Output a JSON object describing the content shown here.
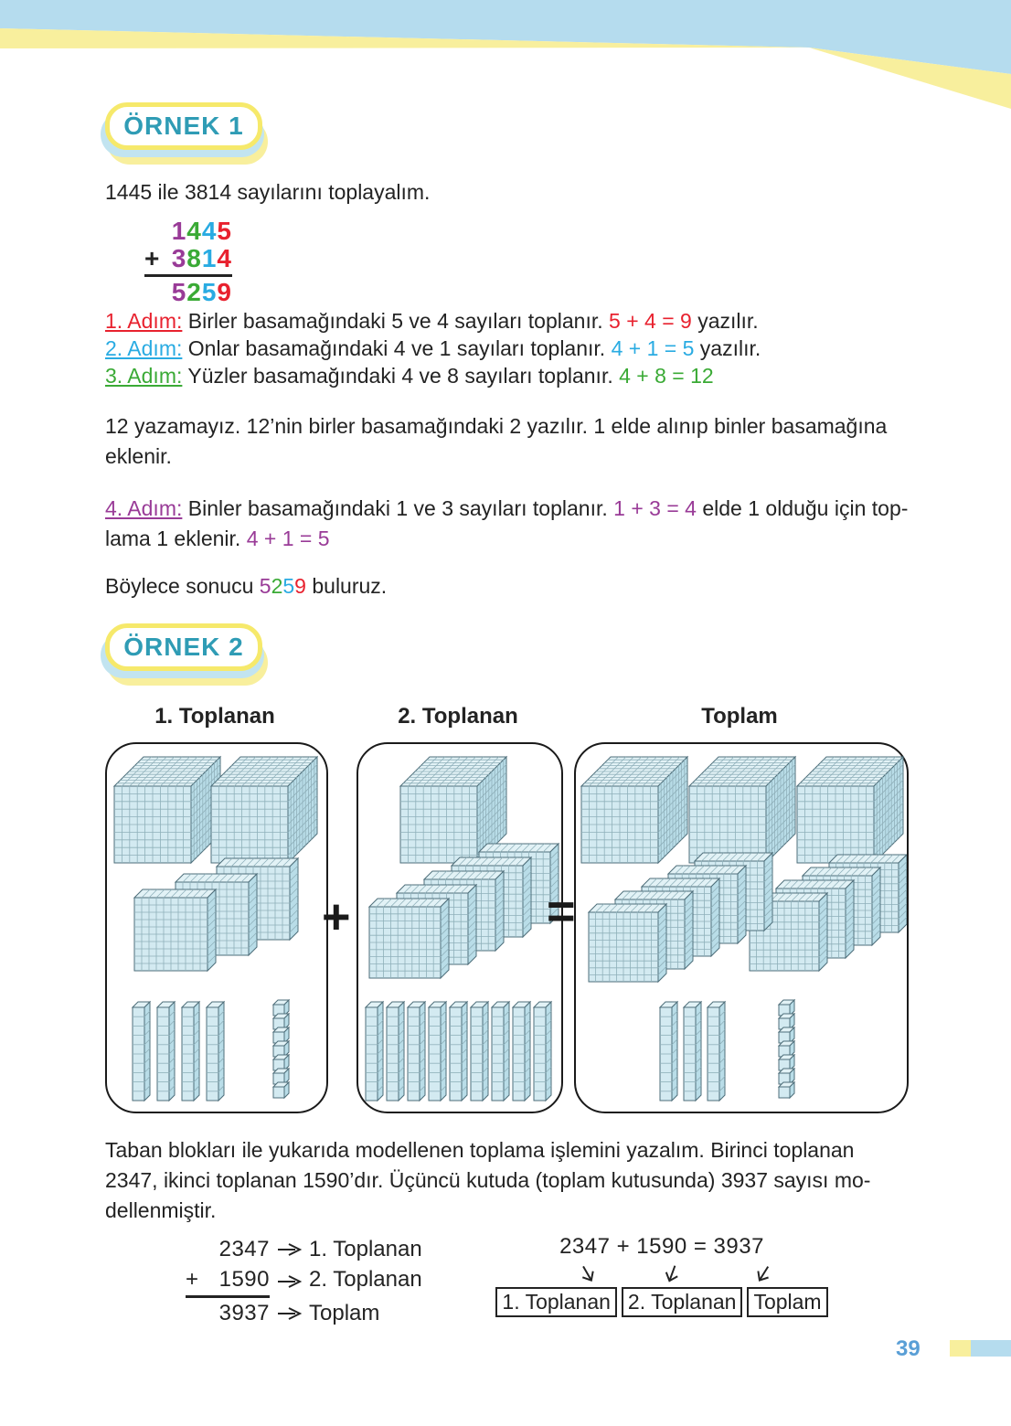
{
  "page": {
    "number": "39"
  },
  "digit_colors": {
    "thousands": "#993b97",
    "hundreds": "#3aaa35",
    "tens": "#29abe2",
    "ones": "#e8212e"
  },
  "ornek1": {
    "badge": "ÖRNEK 1",
    "intro": "1445 ile 3814 sayılarını toplayalım.",
    "sum": {
      "plus": "+",
      "row1": [
        "1",
        "4",
        "4",
        "5"
      ],
      "row2": [
        "3",
        "8",
        "1",
        "4"
      ],
      "result": [
        "5",
        "2",
        "5",
        "9"
      ]
    },
    "steps": [
      {
        "label": "1. Adım:",
        "text": "Birler basamağındaki 5 ve 4 sayıları toplanır.",
        "eq": "5 + 4 = 9",
        "after": "yazılır.",
        "color": "#e8212e"
      },
      {
        "label": "2. Adım:",
        "text": "Onlar basamağındaki 4 ve 1 sayıları toplanır.",
        "eq": "4 + 1 = 5",
        "after": "yazılır.",
        "color": "#29abe2"
      },
      {
        "label": "3. Adım:",
        "text": "Yüzler basamağındaki 4 ve 8 sayıları toplanır.",
        "eq": "4 + 8 = 12",
        "after": "",
        "color": "#3aaa35"
      }
    ],
    "para1_line1": "12 yazamayız. 12’nin birler basamağındaki 2 yazılır. 1 elde alınıp binler basamağına",
    "para1_line2": "eklenir.",
    "step4": {
      "label": "4. Adım:",
      "text": "Binler basamağındaki 1 ve 3 sayıları toplanır.",
      "eq1": "1 + 3 = 4",
      "tail1": "elde 1 olduğu için top-",
      "tail2": "lama 1 eklenir.",
      "eq2": "4 + 1 = 5",
      "color": "#993b97"
    },
    "conclusion_pre": "Böylece sonucu",
    "conclusion_digits": [
      "5",
      "2",
      "5",
      "9"
    ],
    "conclusion_post": "buluruz."
  },
  "ornek2": {
    "badge": "ÖRNEK 2",
    "boxes": [
      {
        "label": "1. Toplanan",
        "value": 2347,
        "thousands": 2,
        "hundreds": 3,
        "tens": 4,
        "ones": 7
      },
      {
        "label": "2. Toplanan",
        "value": 1590,
        "thousands": 1,
        "hundreds": 5,
        "tens": 9,
        "ones": 0
      },
      {
        "label": "Toplam",
        "value": 3937,
        "thousands": 3,
        "hundreds": 9,
        "tens": 3,
        "ones": 7
      }
    ],
    "operators": {
      "plus": "+",
      "equals": "="
    },
    "para_line1": "Taban blokları ile yukarıda modellenen toplama işlemini yazalım. Birinci toplanan",
    "para_line2": "2347, ikinci toplanan 1590’dır. Üçüncü kutuda (toplam kutusunda) 3937 sayısı mo-",
    "para_line3": "dellenmiştir.",
    "column_sum": {
      "plus": "+",
      "row1": "2347",
      "row2": "1590",
      "result": "3937",
      "labels": [
        "1. Toplanan",
        "2. Toplanan",
        "Toplam"
      ]
    },
    "equation": {
      "text": "2347 + 1590 = 3937",
      "labels": [
        "1. Toplanan",
        "2. Toplanan",
        "Toplam"
      ]
    }
  }
}
